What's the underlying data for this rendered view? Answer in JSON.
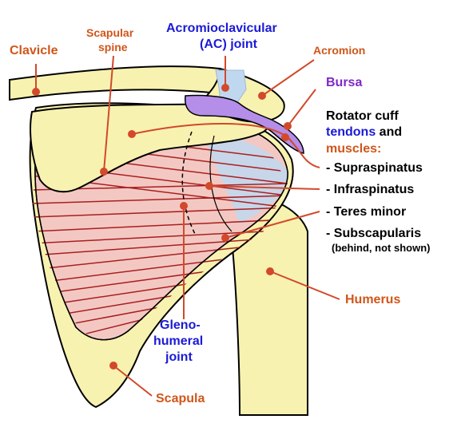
{
  "labels": {
    "clavicle": "Clavicle",
    "scapular_spine_1": "Scapular",
    "scapular_spine_2": "spine",
    "ac_joint_1": "Acromioclavicular",
    "ac_joint_2": "(AC) joint",
    "acromion": "Acromion",
    "bursa": "Bursa",
    "rotator_1": "Rotator cuff",
    "rotator_2a": "tendons",
    "rotator_2b": " and",
    "rotator_3": "muscles:",
    "supraspinatus": "- Supraspinatus",
    "infraspinatus": "- Infraspinatus",
    "teres_minor": "- Teres minor",
    "subscapularis": "- Subscapularis",
    "subscapularis_note": "(behind, not shown)",
    "humerus": "Humerus",
    "gleno_1": "Gleno-",
    "gleno_2": "humeral",
    "gleno_3": "joint",
    "scapula": "Scapula"
  },
  "colors": {
    "bone": "#f8f2b0",
    "muscle": "#f3c8c3",
    "muscle_fiber": "#a81f1f",
    "cartilage": "#bfd8f0",
    "bursa": "#b48ee8",
    "leader": "#d2492b",
    "orange_text": "#d0561a",
    "blue_text": "#1a1ad6",
    "purple_text": "#7f28c8"
  }
}
